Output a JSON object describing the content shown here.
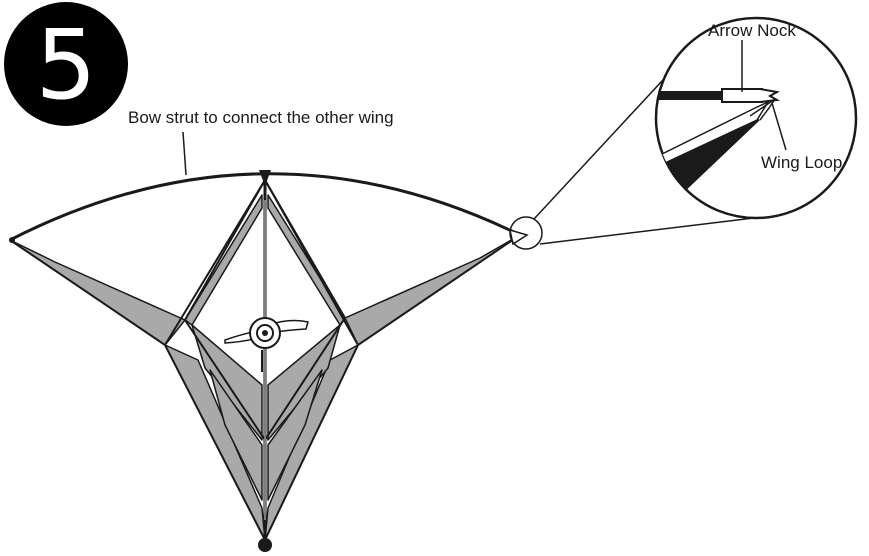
{
  "step": {
    "number": "5"
  },
  "labels": {
    "bow_strut": "Bow strut to connect the other wing",
    "arrow_nock": "Arrow Nock",
    "wing_loop": "Wing Loop"
  },
  "colors": {
    "ink": "#1a1a1a",
    "sail_grey": "#a9a9a9",
    "badge": "#000000"
  },
  "icons": {
    "step_badge": "numbered-circle-icon",
    "propeller": "propeller-icon"
  }
}
